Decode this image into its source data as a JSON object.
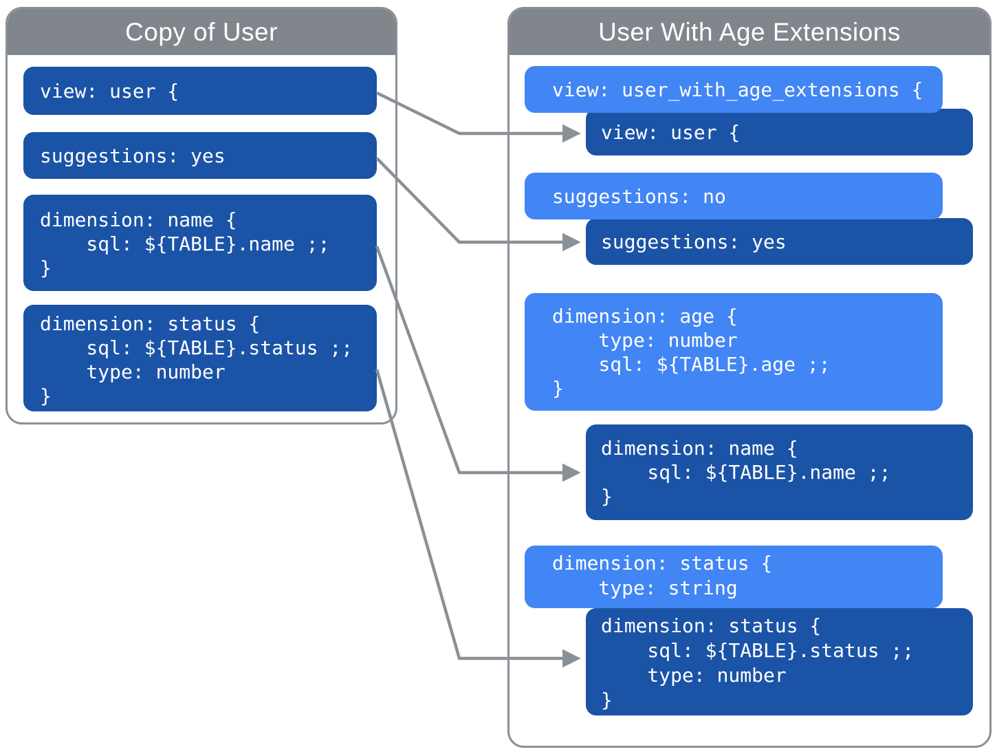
{
  "left_panel": {
    "title": "Copy of User",
    "blocks": [
      {
        "id": "view-user",
        "variant": "copied",
        "lines": [
          "view: user {"
        ]
      },
      {
        "id": "suggestions-yes",
        "variant": "copied",
        "lines": [
          "suggestions: yes"
        ]
      },
      {
        "id": "dimension-name",
        "variant": "copied",
        "lines": [
          "dimension: name {",
          "    sql: ${TABLE}.name ;;",
          "}"
        ]
      },
      {
        "id": "dimension-status",
        "variant": "copied",
        "lines": [
          "dimension: status {",
          "    sql: ${TABLE}.status ;;",
          "    type: number",
          "}"
        ]
      }
    ]
  },
  "right_panel": {
    "title": "User With Age Extensions",
    "blocks": [
      {
        "id": "view-user-with-age-extensions",
        "variant": "extension",
        "lines": [
          "view: user_with_age_extensions {"
        ]
      },
      {
        "id": "view-user-inherited",
        "variant": "inherited",
        "lines": [
          "view: user {"
        ]
      },
      {
        "id": "suggestions-no",
        "variant": "extension",
        "lines": [
          "suggestions: no"
        ]
      },
      {
        "id": "suggestions-yes-inherited",
        "variant": "inherited",
        "lines": [
          "suggestions: yes"
        ]
      },
      {
        "id": "dimension-age",
        "variant": "extension",
        "lines": [
          "dimension: age {",
          "    type: number",
          "    sql: ${TABLE}.age ;;",
          "}"
        ]
      },
      {
        "id": "dimension-name-inherited",
        "variant": "inherited",
        "lines": [
          "dimension: name {",
          "    sql: ${TABLE}.name ;;",
          "}"
        ]
      },
      {
        "id": "dimension-status-extension",
        "variant": "extension",
        "lines": [
          "dimension: status {",
          "    type: string"
        ]
      },
      {
        "id": "dimension-status-inherited",
        "variant": "inherited",
        "lines": [
          "dimension: status {",
          "    sql: ${TABLE}.status ;;",
          "    type: number",
          "}"
        ]
      }
    ]
  },
  "connectors": [
    {
      "from": "view-user",
      "to": "view-user-inherited"
    },
    {
      "from": "suggestions-yes",
      "to": "suggestions-yes-inherited"
    },
    {
      "from": "dimension-name",
      "to": "dimension-name-inherited"
    },
    {
      "from": "dimension-status",
      "to": "dimension-status-inherited"
    }
  ],
  "colors": {
    "extension_block": "#4285F4",
    "inherited_block": "#1B53A6",
    "header_gray": "#80868C",
    "connector_gray": "#8A9096",
    "text": "#FFFFFF"
  }
}
